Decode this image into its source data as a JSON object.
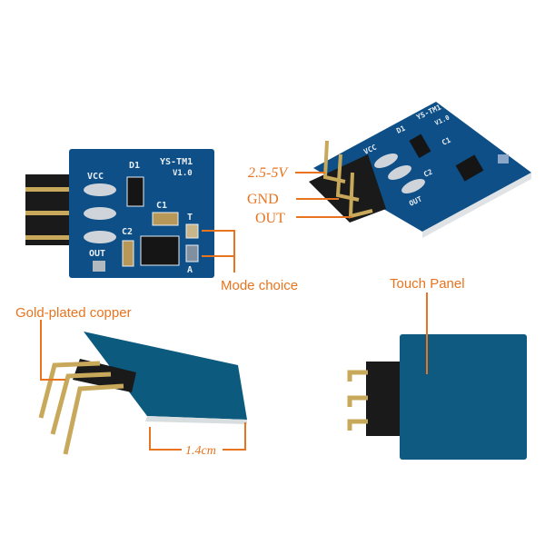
{
  "colors": {
    "annotation": "#e8741f",
    "pcb": "#0d4f86",
    "panel": "#0e5a80",
    "pin": "#c8a85a"
  },
  "board_front": {
    "silkscreen": {
      "model": "YS-TM1",
      "version": "V1.0",
      "vcc": "VCC",
      "out": "OUT",
      "d1": "D1",
      "c1": "C1",
      "c2": "C2",
      "t": "T",
      "a": "A"
    }
  },
  "board_angled": {
    "silkscreen": {
      "model": "YS-TM1",
      "version": "V1.0",
      "vcc": "VCC",
      "out": "OUT",
      "d1": "D1",
      "c1": "C1",
      "c2": "C2"
    }
  },
  "labels": {
    "mode_choice": "Mode choice",
    "voltage": "2.5-5V",
    "gnd": "GND",
    "out": "OUT",
    "gold_plated": "Gold-plated copper",
    "touch_panel": "Touch Panel",
    "size": "1.4cm"
  }
}
